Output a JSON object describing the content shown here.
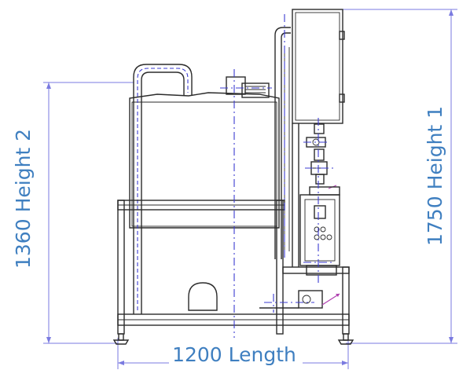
{
  "dimensions": {
    "height_2": "1360 Height 2",
    "height_1": "1750 Height 1",
    "length": "1200 Length"
  },
  "colors": {
    "dimension_text": "#3f7fc0",
    "dimension_line": "#7a7ae0",
    "outline": "#2b2b2b",
    "centerline": "#3b3bd0",
    "leader": "#b040b0"
  }
}
